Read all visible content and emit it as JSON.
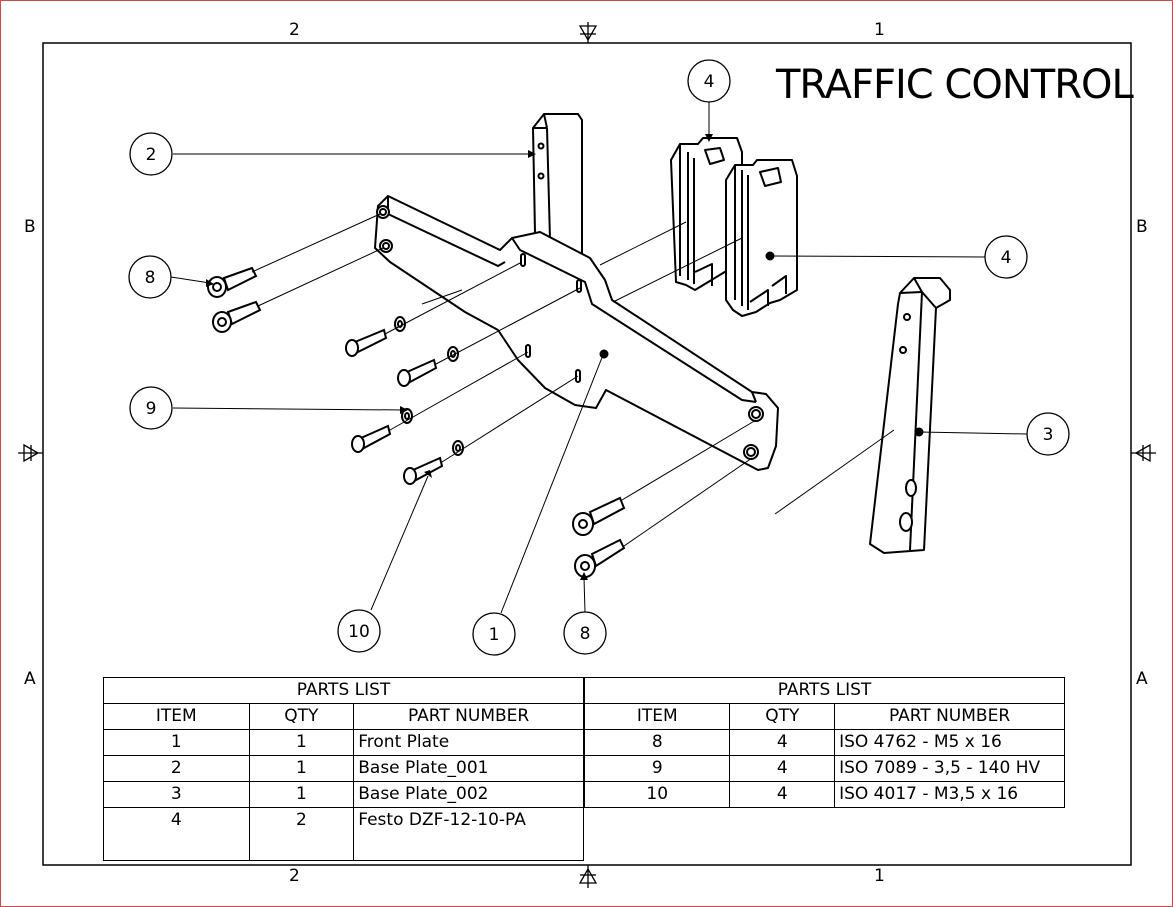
{
  "title": "TRAFFIC CONTROL",
  "zones": {
    "top_left": "2",
    "top_right": "1",
    "bottom_left": "2",
    "bottom_right": "1",
    "left_top": "B",
    "left_bottom": "A",
    "right_top": "B",
    "right_bottom": "A"
  },
  "balloons": {
    "b2": "2",
    "b4_top": "4",
    "b4_right": "4",
    "b8_left": "8",
    "b9": "9",
    "b3": "3",
    "b10": "10",
    "b1": "1",
    "b8_bottom": "8"
  },
  "parts_list": {
    "left": {
      "title": "PARTS LIST",
      "headers": [
        "ITEM",
        "QTY",
        "PART NUMBER"
      ],
      "rows": [
        [
          "1",
          "1",
          "Front Plate"
        ],
        [
          "2",
          "1",
          "Base Plate_001"
        ],
        [
          "3",
          "1",
          "Base Plate_002"
        ],
        [
          "4",
          "2",
          "Festo DZF-12-10-PA"
        ]
      ]
    },
    "right": {
      "title": "PARTS LIST",
      "headers": [
        "ITEM",
        "QTY",
        "PART NUMBER"
      ],
      "rows": [
        [
          "8",
          "4",
          "ISO 4762 - M5 x 16"
        ],
        [
          "9",
          "4",
          "ISO 7089 - 3,5 - 140 HV"
        ],
        [
          "10",
          "4",
          "ISO 4017 - M3,5 x 16"
        ]
      ]
    }
  }
}
